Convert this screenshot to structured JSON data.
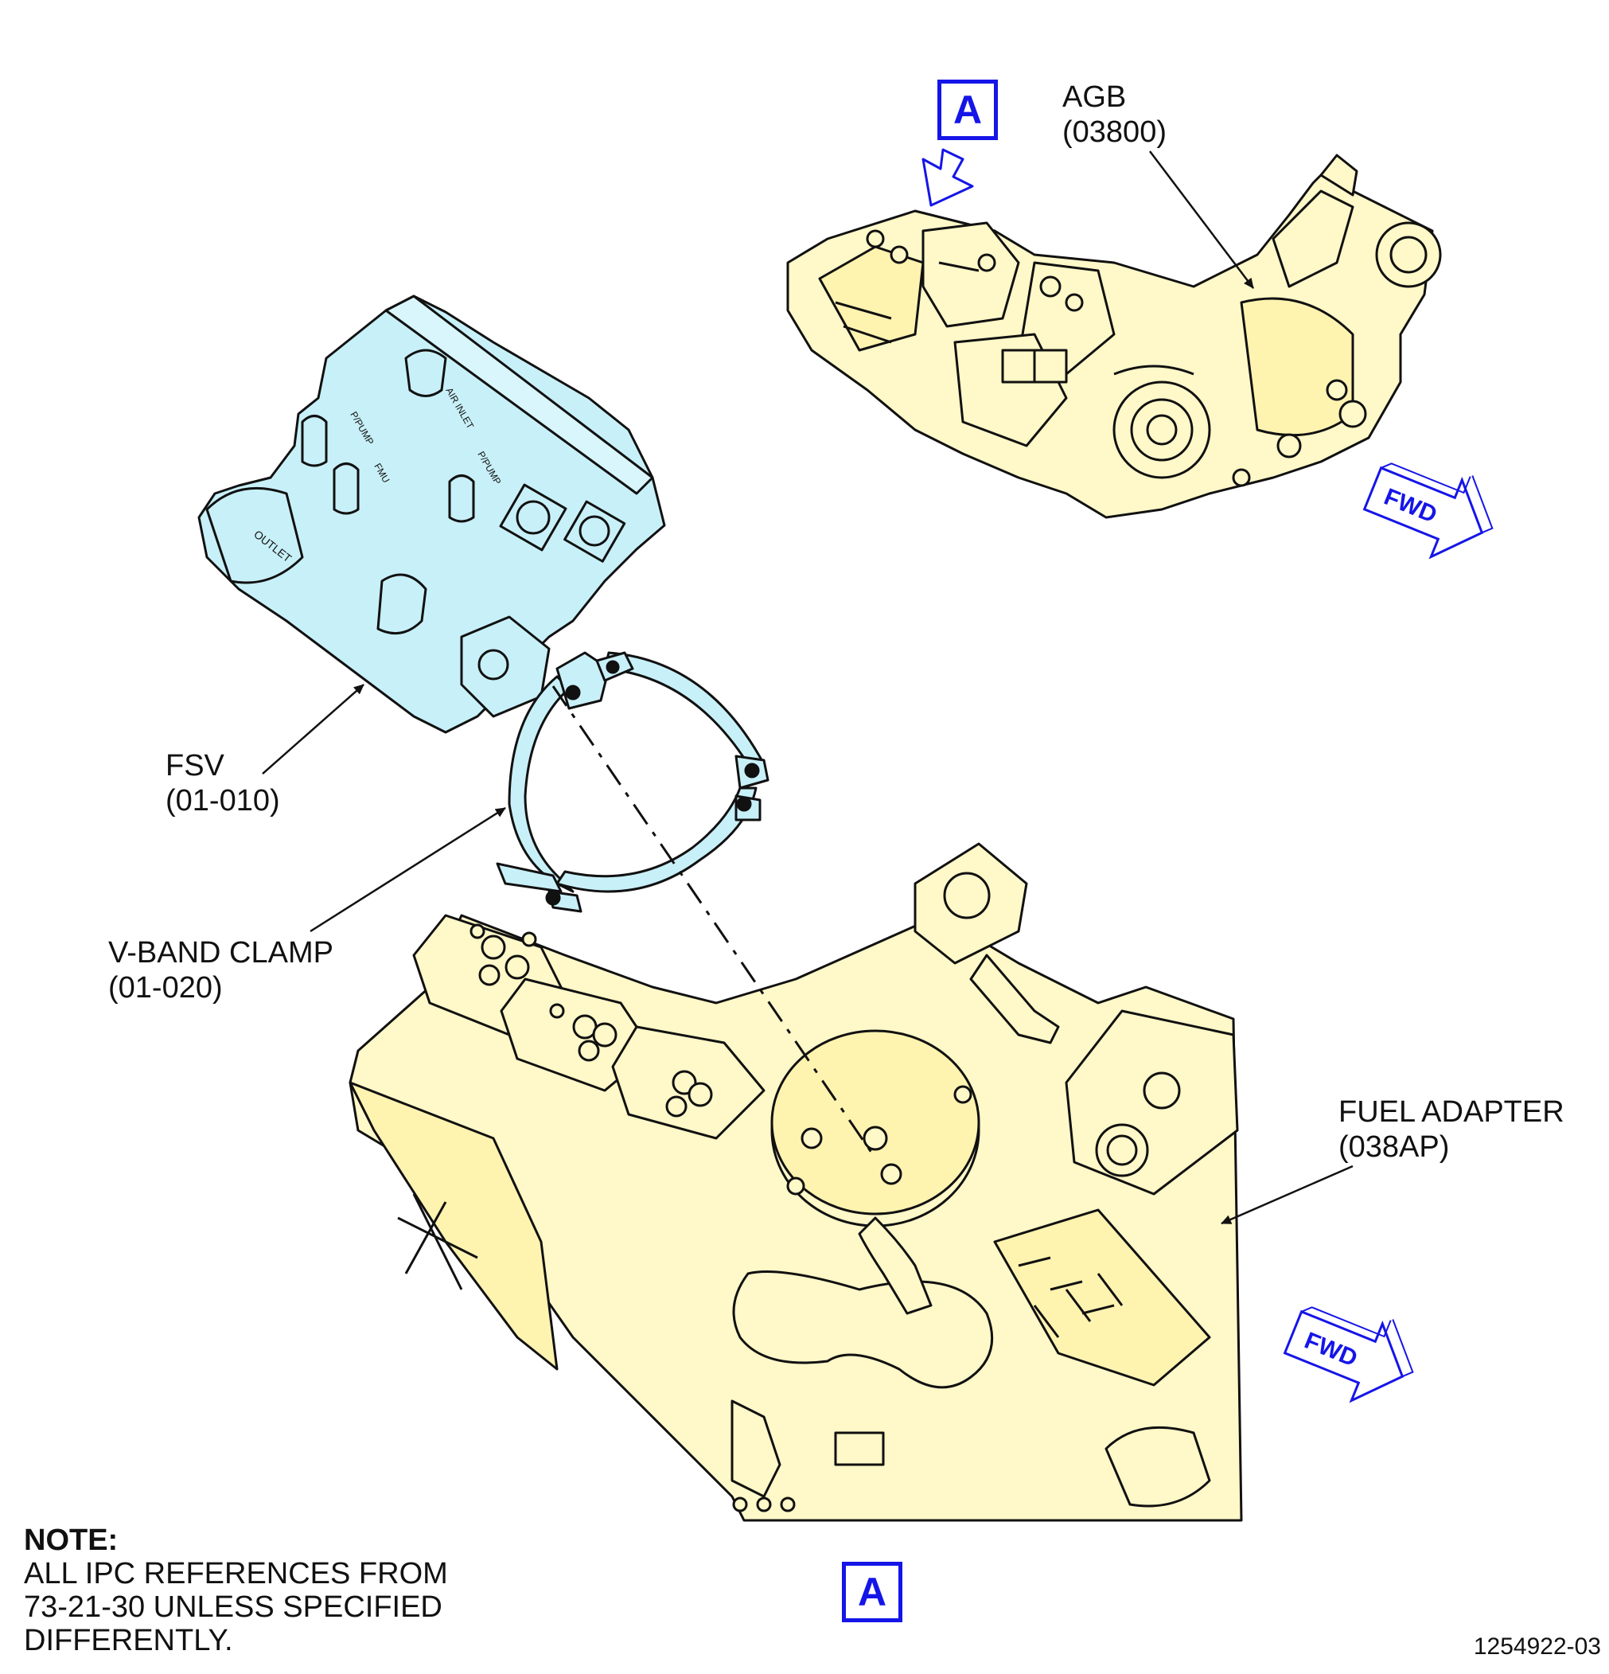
{
  "callouts": {
    "agb": {
      "name": "AGB",
      "ref": "(03800)"
    },
    "fsv": {
      "name": "FSV",
      "ref": "(01-010)"
    },
    "vband": {
      "name": "V-BAND CLAMP",
      "ref": "(01-020)"
    },
    "fuel_adapter": {
      "name": "FUEL ADAPTER",
      "ref": "(038AP)"
    }
  },
  "view_markers": {
    "top": "A",
    "bottom": "A"
  },
  "fwd_arrows": {
    "upper": "FWD",
    "lower": "FWD"
  },
  "fsv_markings": {
    "outlet": "OUTLET",
    "p_pump": "P/PUMP",
    "fmu": "FMU",
    "air_inlet": "AIR INLET",
    "p_pump2": "P/PUMP"
  },
  "note": {
    "title": "NOTE:",
    "lines": [
      "ALL IPC REFERENCES FROM",
      "73-21-30 UNLESS SPECIFIED",
      "DIFFERENTLY."
    ]
  },
  "drawing_number": "1254922-03",
  "colors": {
    "fsv_fill": "#c8f0f8",
    "engine_fill": "#fff8c8",
    "line": "#111111",
    "view_marker": "#1515e8"
  }
}
